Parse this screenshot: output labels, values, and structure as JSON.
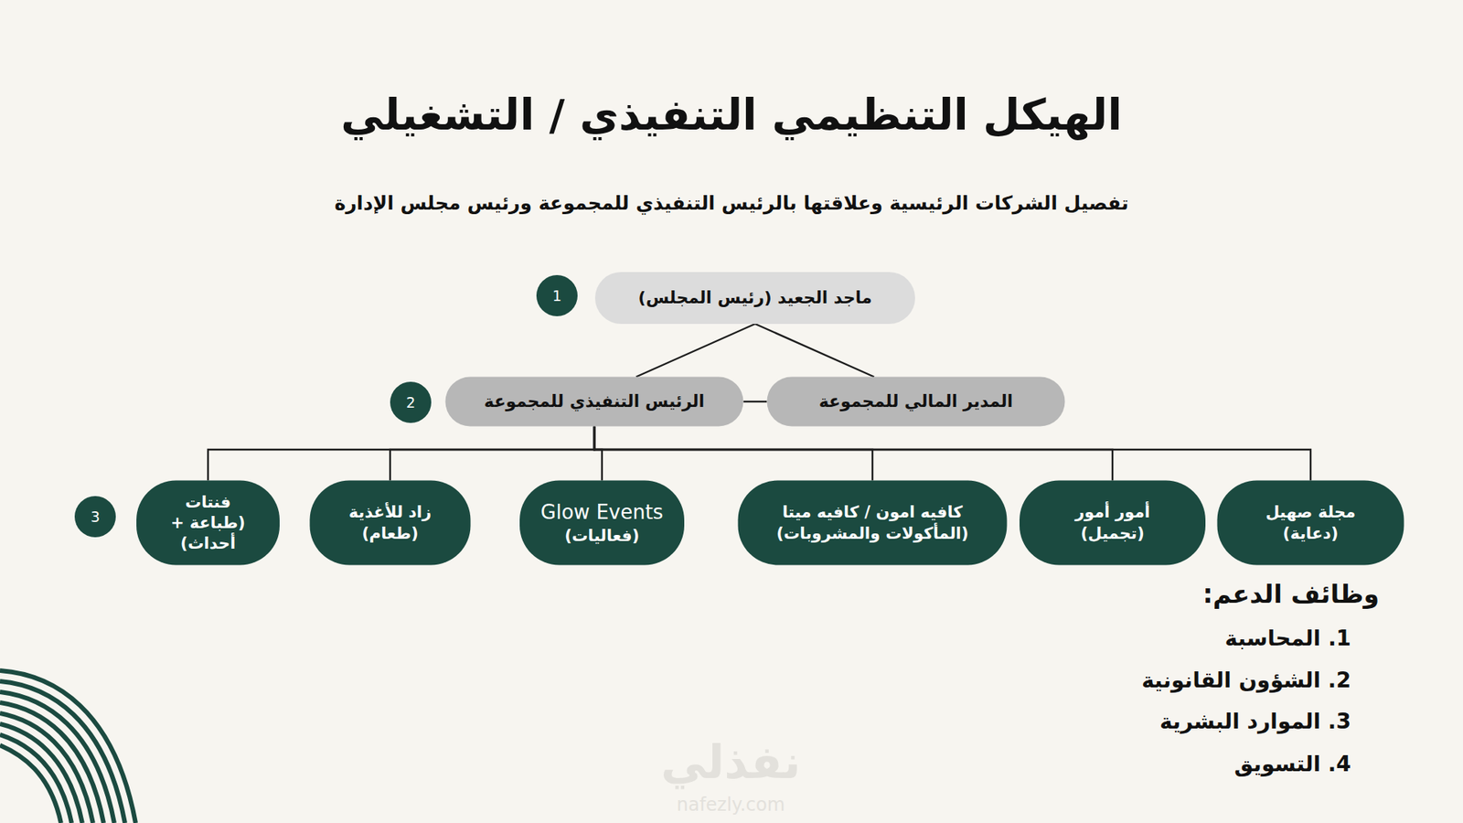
{
  "diagram": {
    "title": "الهيكل التنظيمي التنفيذي / التشغيلي",
    "nodes": [
      {
        "text": [
          "ماجد الجعيد (رئيس المجلس)"
        ]
      },
      {
        "text": [
          "المدير المالي للمجموعة"
        ]
      },
      {
        "text": [
          "الرئيس التنفيذي للمجموعة"
        ]
      },
      {
        "text": [
          "مجلة صهيل",
          "(دعاية)"
        ]
      },
      {
        "text": [
          "أمور أمور",
          "(تجميل)"
        ]
      },
      {
        "text": [
          "كافيه امون / كافيه ميتا",
          "(المأكولات والمشروبات)"
        ]
      },
      {
        "text": [
          "Glow Events",
          "(فعاليات)"
        ]
      },
      {
        "text": [
          "زاد للأغذية",
          "(طعام)"
        ]
      },
      {
        "text": [
          "فنتات",
          "(طباعة + أحداث)"
        ]
      }
    ],
    "edges": [
      {
        "from": 0,
        "to": 1,
        "arrow": "none"
      },
      {
        "from": 0,
        "to": 2,
        "arrow": "none"
      },
      {
        "from": 2,
        "to": 1,
        "arrow": "none"
      },
      {
        "from": 2,
        "to": 3,
        "arrow": "none"
      },
      {
        "from": 2,
        "to": 4,
        "arrow": "none"
      },
      {
        "from": 2,
        "to": 5,
        "arrow": "none"
      },
      {
        "from": 2,
        "to": 6,
        "arrow": "none"
      },
      {
        "from": 2,
        "to": 7,
        "arrow": "none"
      },
      {
        "from": 2,
        "to": 8,
        "arrow": "none"
      }
    ],
    "labels": [
      "تفصيل الشركات الرئيسية وعلاقتها بالرئيس التنفيذي للمجموعة ورئيس مجلس الإدارة",
      "1",
      "2",
      "3",
      "وظائف الدعم:",
      "1. المحاسبة",
      "2. الشؤون القانونية",
      "3. الموارد البشرية",
      "4. التسويق",
      "نفذلي",
      "nafezly.com"
    ]
  }
}
